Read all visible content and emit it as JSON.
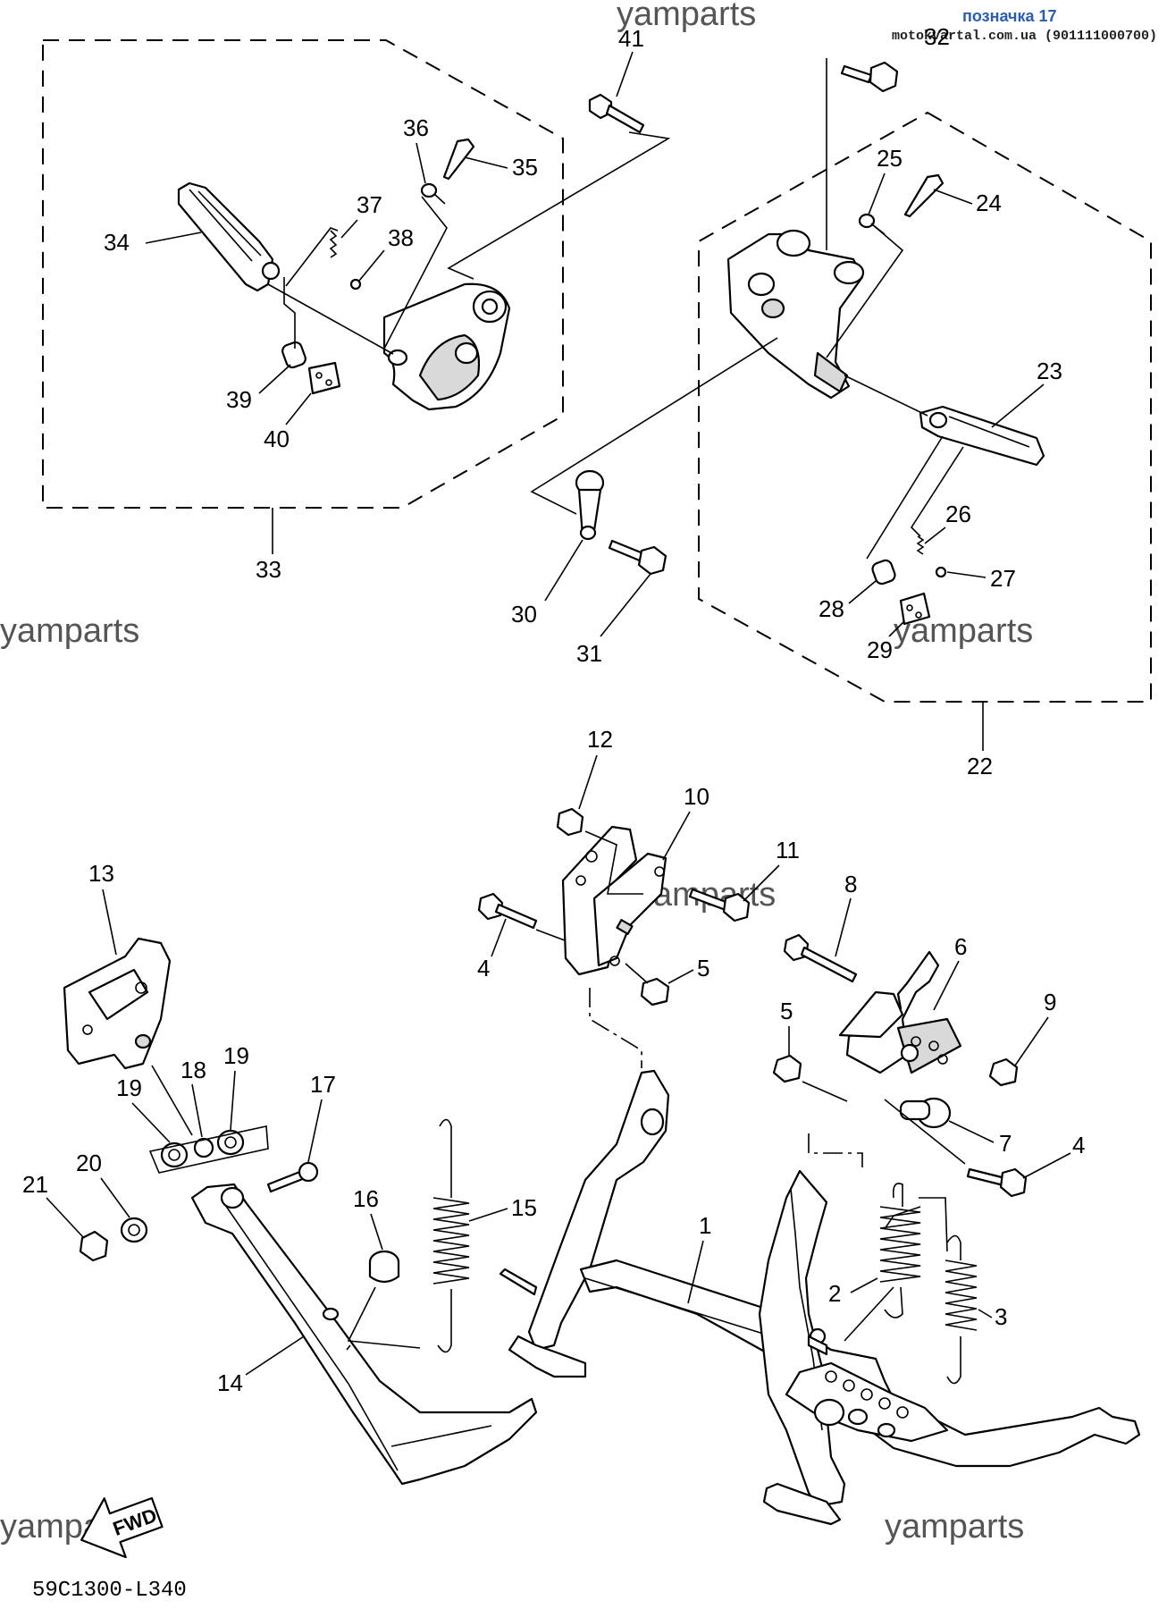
{
  "header": {
    "stamp": "позначка 17",
    "site": "motokvartal.com.ua (901111000700)"
  },
  "watermarks": {
    "text_1": "yamparts",
    "text_2": "yamparts",
    "text_3": "yamparts",
    "text_4": "yamparts",
    "text_5": "yamparts",
    "text_6": "yamparts"
  },
  "fwd_label": "FWD",
  "drawing_code": "59C1300-L340",
  "callouts": {
    "c1": "1",
    "c2": "2",
    "c3": "3",
    "c4a": "4",
    "c4b": "4",
    "c5a": "5",
    "c5b": "5",
    "c6": "6",
    "c7": "7",
    "c8": "8",
    "c9": "9",
    "c10": "10",
    "c11": "11",
    "c12": "12",
    "c13": "13",
    "c14": "14",
    "c15": "15",
    "c16": "16",
    "c17": "17",
    "c18": "18",
    "c19a": "19",
    "c19b": "19",
    "c20": "20",
    "c21": "21",
    "c22": "22",
    "c23": "23",
    "c24": "24",
    "c25": "25",
    "c26": "26",
    "c27": "27",
    "c28": "28",
    "c29": "29",
    "c30": "30",
    "c31": "31",
    "c32": "32",
    "c33": "33",
    "c34": "34",
    "c35": "35",
    "c36": "36",
    "c37": "37",
    "c38": "38",
    "c39": "39",
    "c40": "40",
    "c41": "41"
  }
}
